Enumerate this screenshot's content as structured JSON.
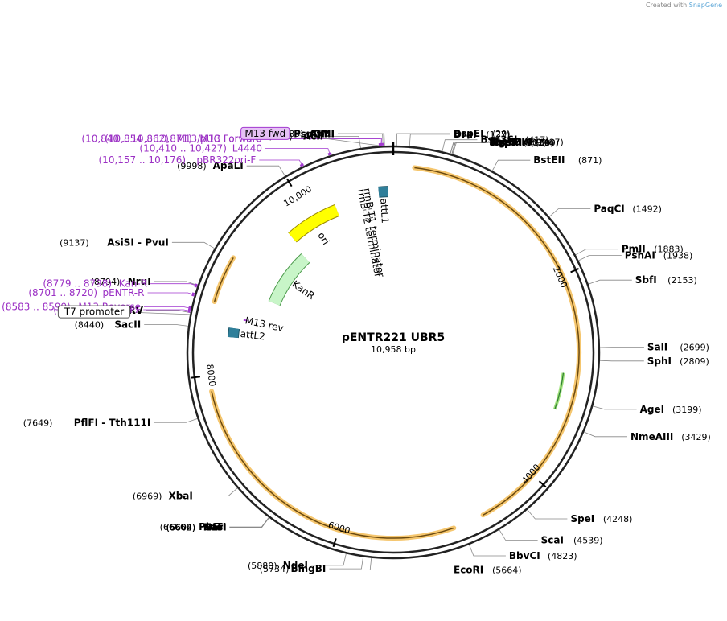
{
  "credit": {
    "prefix": "Created with",
    "brand": "SnapGene"
  },
  "plasmid": {
    "name": "pENTR221 UBR5",
    "length_label": "10,958 bp",
    "length": 10958
  },
  "colors": {
    "backbone": "#222222",
    "primer": "#a23ad0",
    "feature_orange": "#f5c66e",
    "attl": "#2f7f9a",
    "ori": "#ffff00",
    "kanr": "#c8f5c8"
  },
  "ticks": [
    {
      "pos": 2000,
      "label": "2000"
    },
    {
      "pos": 4000,
      "label": "4000"
    },
    {
      "pos": 6000,
      "label": "6000"
    },
    {
      "pos": 8000,
      "label": "8000"
    },
    {
      "pos": 10000,
      "label": "10,000"
    }
  ],
  "sites": [
    {
      "name": "BspEI",
      "pos": 29,
      "pos_label": "(29)",
      "side": "right"
    },
    {
      "name": "DraI",
      "pos": 137,
      "pos_label": "(137)",
      "side": "right"
    },
    {
      "name": "Bsu36I",
      "pos": 417,
      "pos_label": "(417)",
      "side": "right"
    },
    {
      "name": "Eco53kI",
      "pos": 487,
      "pos_label": "(487)",
      "side": "right"
    },
    {
      "name": "SacI",
      "pos": 489,
      "pos_label": "(489)",
      "side": "right"
    },
    {
      "name": "NgoMIV",
      "pos": 500,
      "pos_label": "(500)",
      "side": "right"
    },
    {
      "name": "NaeI",
      "pos": 502,
      "pos_label": "(502)",
      "side": "right"
    },
    {
      "name": "PspXI",
      "pos": 509,
      "pos_label": "(509)",
      "side": "right"
    },
    {
      "name": "BstEII",
      "pos": 871,
      "pos_label": "(871)",
      "side": "right"
    },
    {
      "name": "PaqCI",
      "pos": 1492,
      "pos_label": "(1492)",
      "side": "right"
    },
    {
      "name": "PmlI",
      "pos": 1883,
      "pos_label": "(1883)",
      "side": "right"
    },
    {
      "name": "PshAI",
      "pos": 1938,
      "pos_label": "(1938)",
      "side": "right"
    },
    {
      "name": "SbfI",
      "pos": 2153,
      "pos_label": "(2153)",
      "side": "right"
    },
    {
      "name": "SalI",
      "pos": 2699,
      "pos_label": "(2699)",
      "side": "right"
    },
    {
      "name": "SphI",
      "pos": 2809,
      "pos_label": "(2809)",
      "side": "right"
    },
    {
      "name": "AgeI",
      "pos": 3199,
      "pos_label": "(3199)",
      "side": "right"
    },
    {
      "name": "NmeAIII",
      "pos": 3429,
      "pos_label": "(3429)",
      "side": "right"
    },
    {
      "name": "SpeI",
      "pos": 4248,
      "pos_label": "(4248)",
      "side": "right"
    },
    {
      "name": "ScaI",
      "pos": 4539,
      "pos_label": "(4539)",
      "side": "right"
    },
    {
      "name": "BbvCI",
      "pos": 4823,
      "pos_label": "(4823)",
      "side": "right"
    },
    {
      "name": "EcoRI",
      "pos": 5664,
      "pos_label": "(5664)",
      "side": "right"
    },
    {
      "name": "BmgBI",
      "pos": 5734,
      "pos_label": "(5734)",
      "side": "left"
    },
    {
      "name": "NdeI",
      "pos": 5880,
      "pos_label": "(5880)",
      "side": "left"
    },
    {
      "name": "KasI",
      "pos": 6602,
      "pos_label": "(6602)",
      "side": "left"
    },
    {
      "name": "NarI",
      "pos": 6603,
      "pos_label": "(6603)",
      "side": "left"
    },
    {
      "name": "SfoI",
      "pos": 6604,
      "pos_label": "(6604)",
      "side": "left"
    },
    {
      "name": "PluTI",
      "pos": 6606,
      "pos_label": "(6606)",
      "side": "left"
    },
    {
      "name": "XbaI",
      "pos": 6969,
      "pos_label": "(6969)",
      "side": "left"
    },
    {
      "name": "PflFI - Tth111I",
      "pos": 7649,
      "pos_label": "(7649)",
      "side": "left"
    },
    {
      "name": "SacII",
      "pos": 8440,
      "pos_label": "(8440)",
      "side": "left"
    },
    {
      "name": "EcoRV",
      "pos": 8555,
      "pos_label": "(8555)",
      "side": "left"
    },
    {
      "name": "NruI",
      "pos": 8794,
      "pos_label": "(8794)",
      "side": "left"
    },
    {
      "name": "AsiSI - PvuI",
      "pos": 9137,
      "pos_label": "(9137)",
      "side": "left"
    },
    {
      "name": "ApaLI",
      "pos": 9998,
      "pos_label": "(9998)",
      "side": "left"
    },
    {
      "name": "AclI",
      "pos": 10682,
      "pos_label": "(10,682)",
      "side": "left"
    },
    {
      "name": "AflIII",
      "pos": 10872,
      "pos_label": "(10,872)",
      "side": "left"
    },
    {
      "name": "PspOMI",
      "pos": 10881,
      "pos_label": "(10,881)",
      "side": "left"
    },
    {
      "name": "ApaI",
      "pos": 10885,
      "pos_label": "(10,885)",
      "side": "left"
    }
  ],
  "primers": [
    {
      "name": "M13 Forward",
      "range": "(10,854 .. 10,871)",
      "pos": 10862
    },
    {
      "name": "M13/pUC Forward",
      "range": "(10,840 .. 10,862)",
      "pos": 10851
    },
    {
      "name": "L4440",
      "range": "(10,410 .. 10,427)",
      "pos": 10418
    },
    {
      "name": "pBR322ori-F",
      "range": "(10,157 .. 10,176)",
      "pos": 10166
    },
    {
      "name": "Kan-R",
      "range": "(8779 .. 8798)",
      "pos": 8788
    },
    {
      "name": "pENTR-R",
      "range": "(8701 .. 8720)",
      "pos": 8710
    },
    {
      "name": "M13 Reverse",
      "range": "(8583 .. 8599)",
      "pos": 8591
    },
    {
      "name": "T7",
      "range": "(8559 .. 8578)",
      "pos": 8568
    }
  ],
  "boxed_features": [
    {
      "name": "M13 fwd",
      "pos": 10862,
      "style": "primer"
    },
    {
      "name": "T7 promoter",
      "pos": 8540,
      "style": "plain"
    }
  ],
  "features": [
    {
      "name": "ori",
      "start": 9700,
      "end": 10300
    },
    {
      "name": "KanR",
      "start": 8900,
      "end": 9650
    },
    {
      "name": "rrnB T2 terminator",
      "start": 10600,
      "end": 10630
    },
    {
      "name": "rrnB T1 terminator",
      "start": 10660,
      "end": 10700
    },
    {
      "name": "attL1",
      "start": 10800,
      "end": 10900
    },
    {
      "name": "attL2",
      "start": 8380,
      "end": 8480
    },
    {
      "name": "M13 rev",
      "start": 8583,
      "end": 8599
    }
  ]
}
